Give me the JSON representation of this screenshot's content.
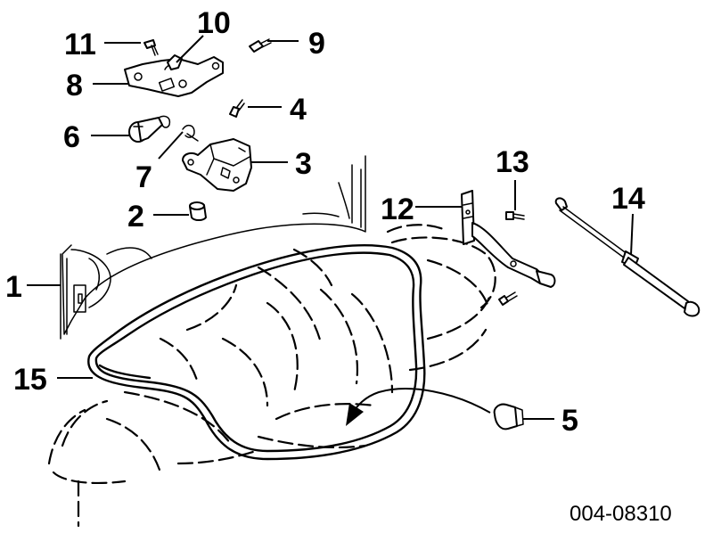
{
  "callouts": {
    "c1": "1",
    "c2": "2",
    "c3": "3",
    "c4": "4",
    "c5": "5",
    "c6": "6",
    "c7": "7",
    "c8": "8",
    "c9": "9",
    "c10": "10",
    "c11": "11",
    "c12": "12",
    "c13": "13",
    "c14": "14",
    "c15": "15"
  },
  "diagram_code": "004-08310"
}
